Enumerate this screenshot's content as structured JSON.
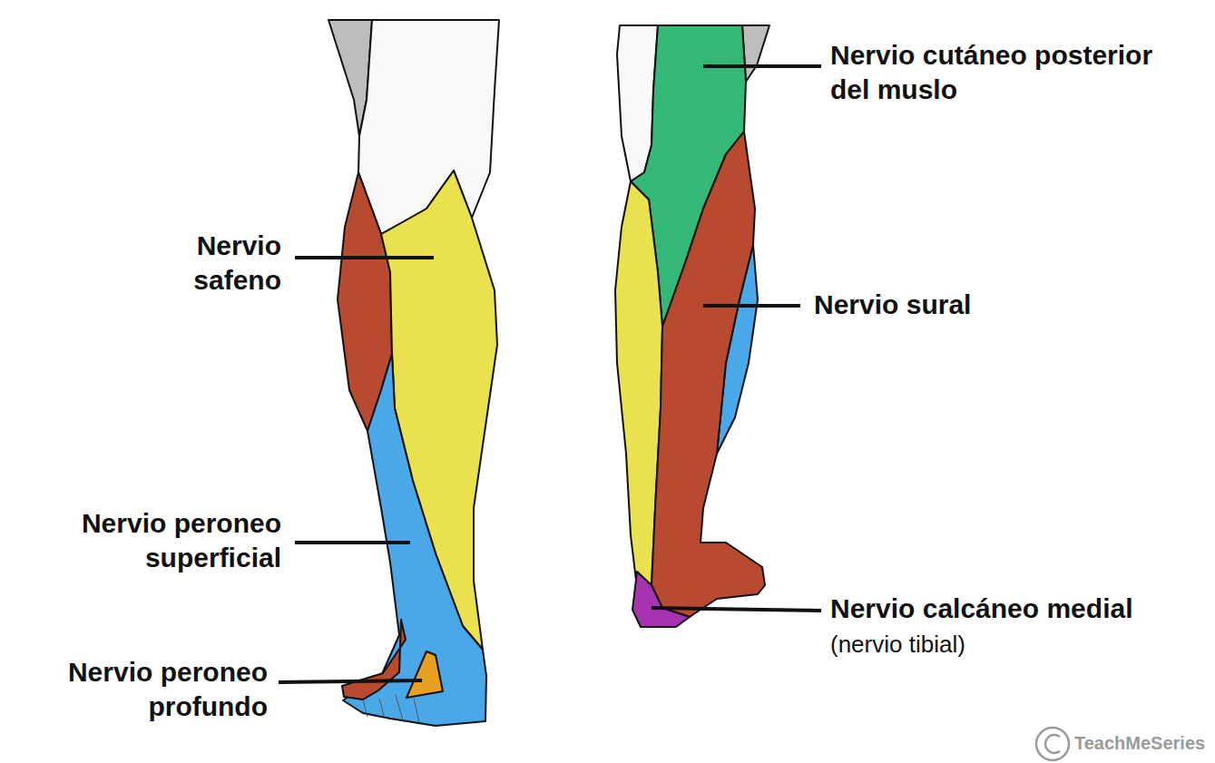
{
  "diagram": {
    "labels": [
      "Nervio cutáneo posterior del muslo",
      "Nervio safeno",
      "Nervio sural",
      "Nervio peroneo superficial",
      "Nervio calcáneo medial",
      "(nervio tibial)",
      "Nervio peroneo profundo",
      "TeachMeSeries"
    ]
  }
}
